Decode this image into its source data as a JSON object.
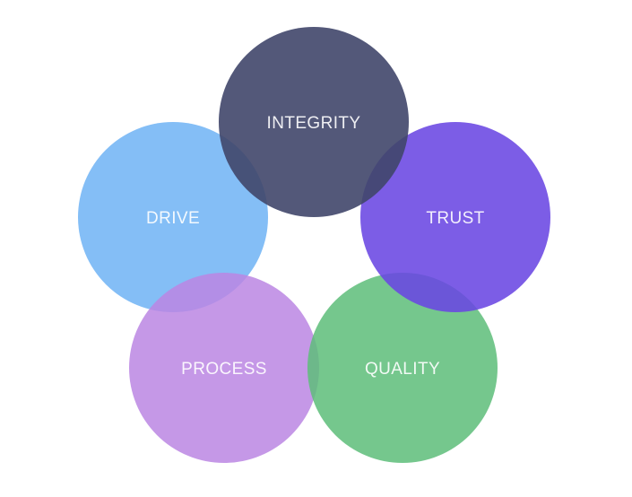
{
  "circles": [
    {
      "key": "drive",
      "label": "DRIVE",
      "color": "#6fb3f5",
      "opacity": 0.85
    },
    {
      "key": "process",
      "label": "PROCESS",
      "color": "#bb86e3",
      "opacity": 0.85
    },
    {
      "key": "quality",
      "label": "QUALITY",
      "color": "#5dbd79",
      "opacity": 0.85
    },
    {
      "key": "trust",
      "label": "TRUST",
      "color": "#6a47e3",
      "opacity": 0.88
    },
    {
      "key": "integrity",
      "label": "INTEGRITY",
      "color": "#40466a",
      "opacity": 0.9
    }
  ]
}
